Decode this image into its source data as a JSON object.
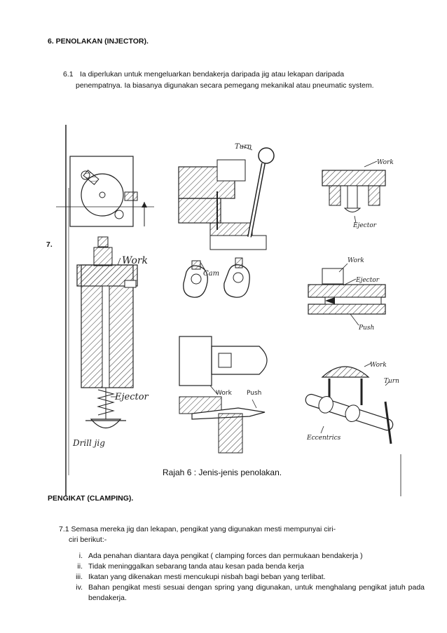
{
  "section6": {
    "heading": "6. PENOLAKAN (INJECTOR).",
    "para_num": "6.1",
    "para_line1": "Ia diperlukan untuk mengeluarkan bendakerja daripada jig atau lekapan daripada",
    "para_line2": "penempatnya. Ia biasanya digunakan secara pemegang mekanikal atau pneumatic system."
  },
  "section7_marker": "7.",
  "figure": {
    "caption": "Rajah 6 : Jenis-jenis penolakan.",
    "labels": {
      "work_large": "Work",
      "ejector_large": "Ejector",
      "drill_jig": "Drill jig",
      "turn_top": "Turn",
      "cam": "Cam",
      "work_tr": "Work",
      "ejector_tr": "Ejector",
      "work_mr": "Work",
      "ejector_mr": "Ejector",
      "push_mr": "Push",
      "work_bc": "Work",
      "push_bc": "Push",
      "work_br": "Work",
      "turn_br": "Turn",
      "eccentrics": "Eccentrics"
    }
  },
  "clamping": {
    "heading": "PENGIKAT (CLAMPING).",
    "para_line1": "7.1 Semasa mereka jig dan lekapan, pengikat yang digunakan mesti mempunyai ciri-",
    "para_line2": "ciri berikut:-",
    "items": [
      {
        "num": "i.",
        "text": "Ada penahan diantara daya pengikat ( clamping forces dan permukaan bendakerja )"
      },
      {
        "num": "ii.",
        "text": "Tidak meninggalkan sebarang tanda atau kesan pada benda kerja"
      },
      {
        "num": "iii.",
        "text": "Ikatan yang dikenakan mesti mencukupi nisbah bagi beban yang terlibat."
      },
      {
        "num": "iv.",
        "text": "Bahan pengikat mesti sesuai dengan spring yang digunakan, untuk menghalang pengikat jatuh pada bendakerja."
      }
    ]
  }
}
